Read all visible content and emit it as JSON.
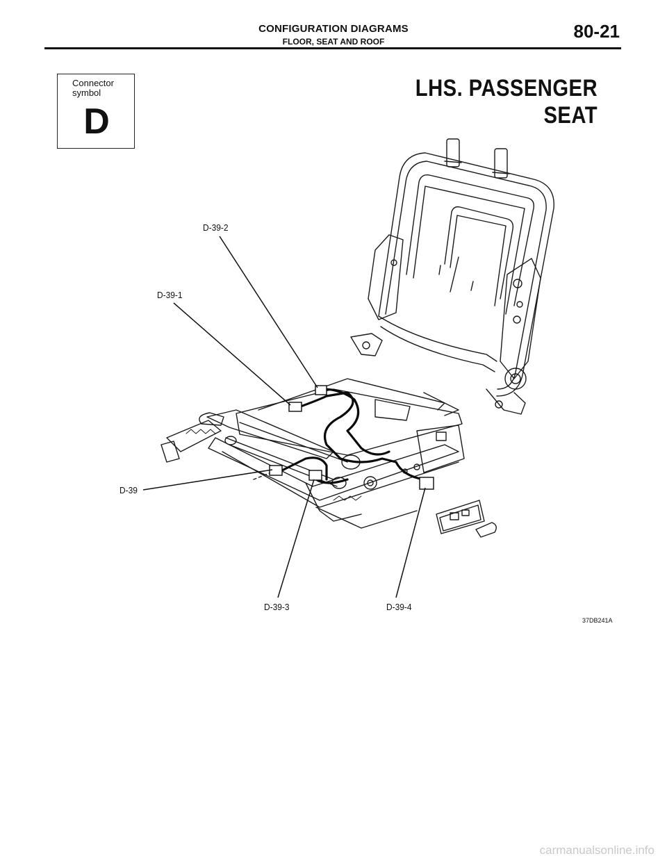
{
  "header": {
    "section_title": "CONFIGURATION DIAGRAMS",
    "subsection_title": "FLOOR, SEAT AND ROOF",
    "page_number": "80-21"
  },
  "connector_box": {
    "label": "Connector\nsymbol",
    "letter": "D"
  },
  "diagram": {
    "title": "LHS. PASSENGER SEAT",
    "callouts": {
      "d39": "D-39",
      "d39_1": "D-39-1",
      "d39_2": "D-39-2",
      "d39_3": "D-39-3",
      "d39_4": "D-39-4"
    },
    "figure_code": "37DB241A"
  },
  "footer": {
    "watermark": "carmanualsonline.info"
  }
}
